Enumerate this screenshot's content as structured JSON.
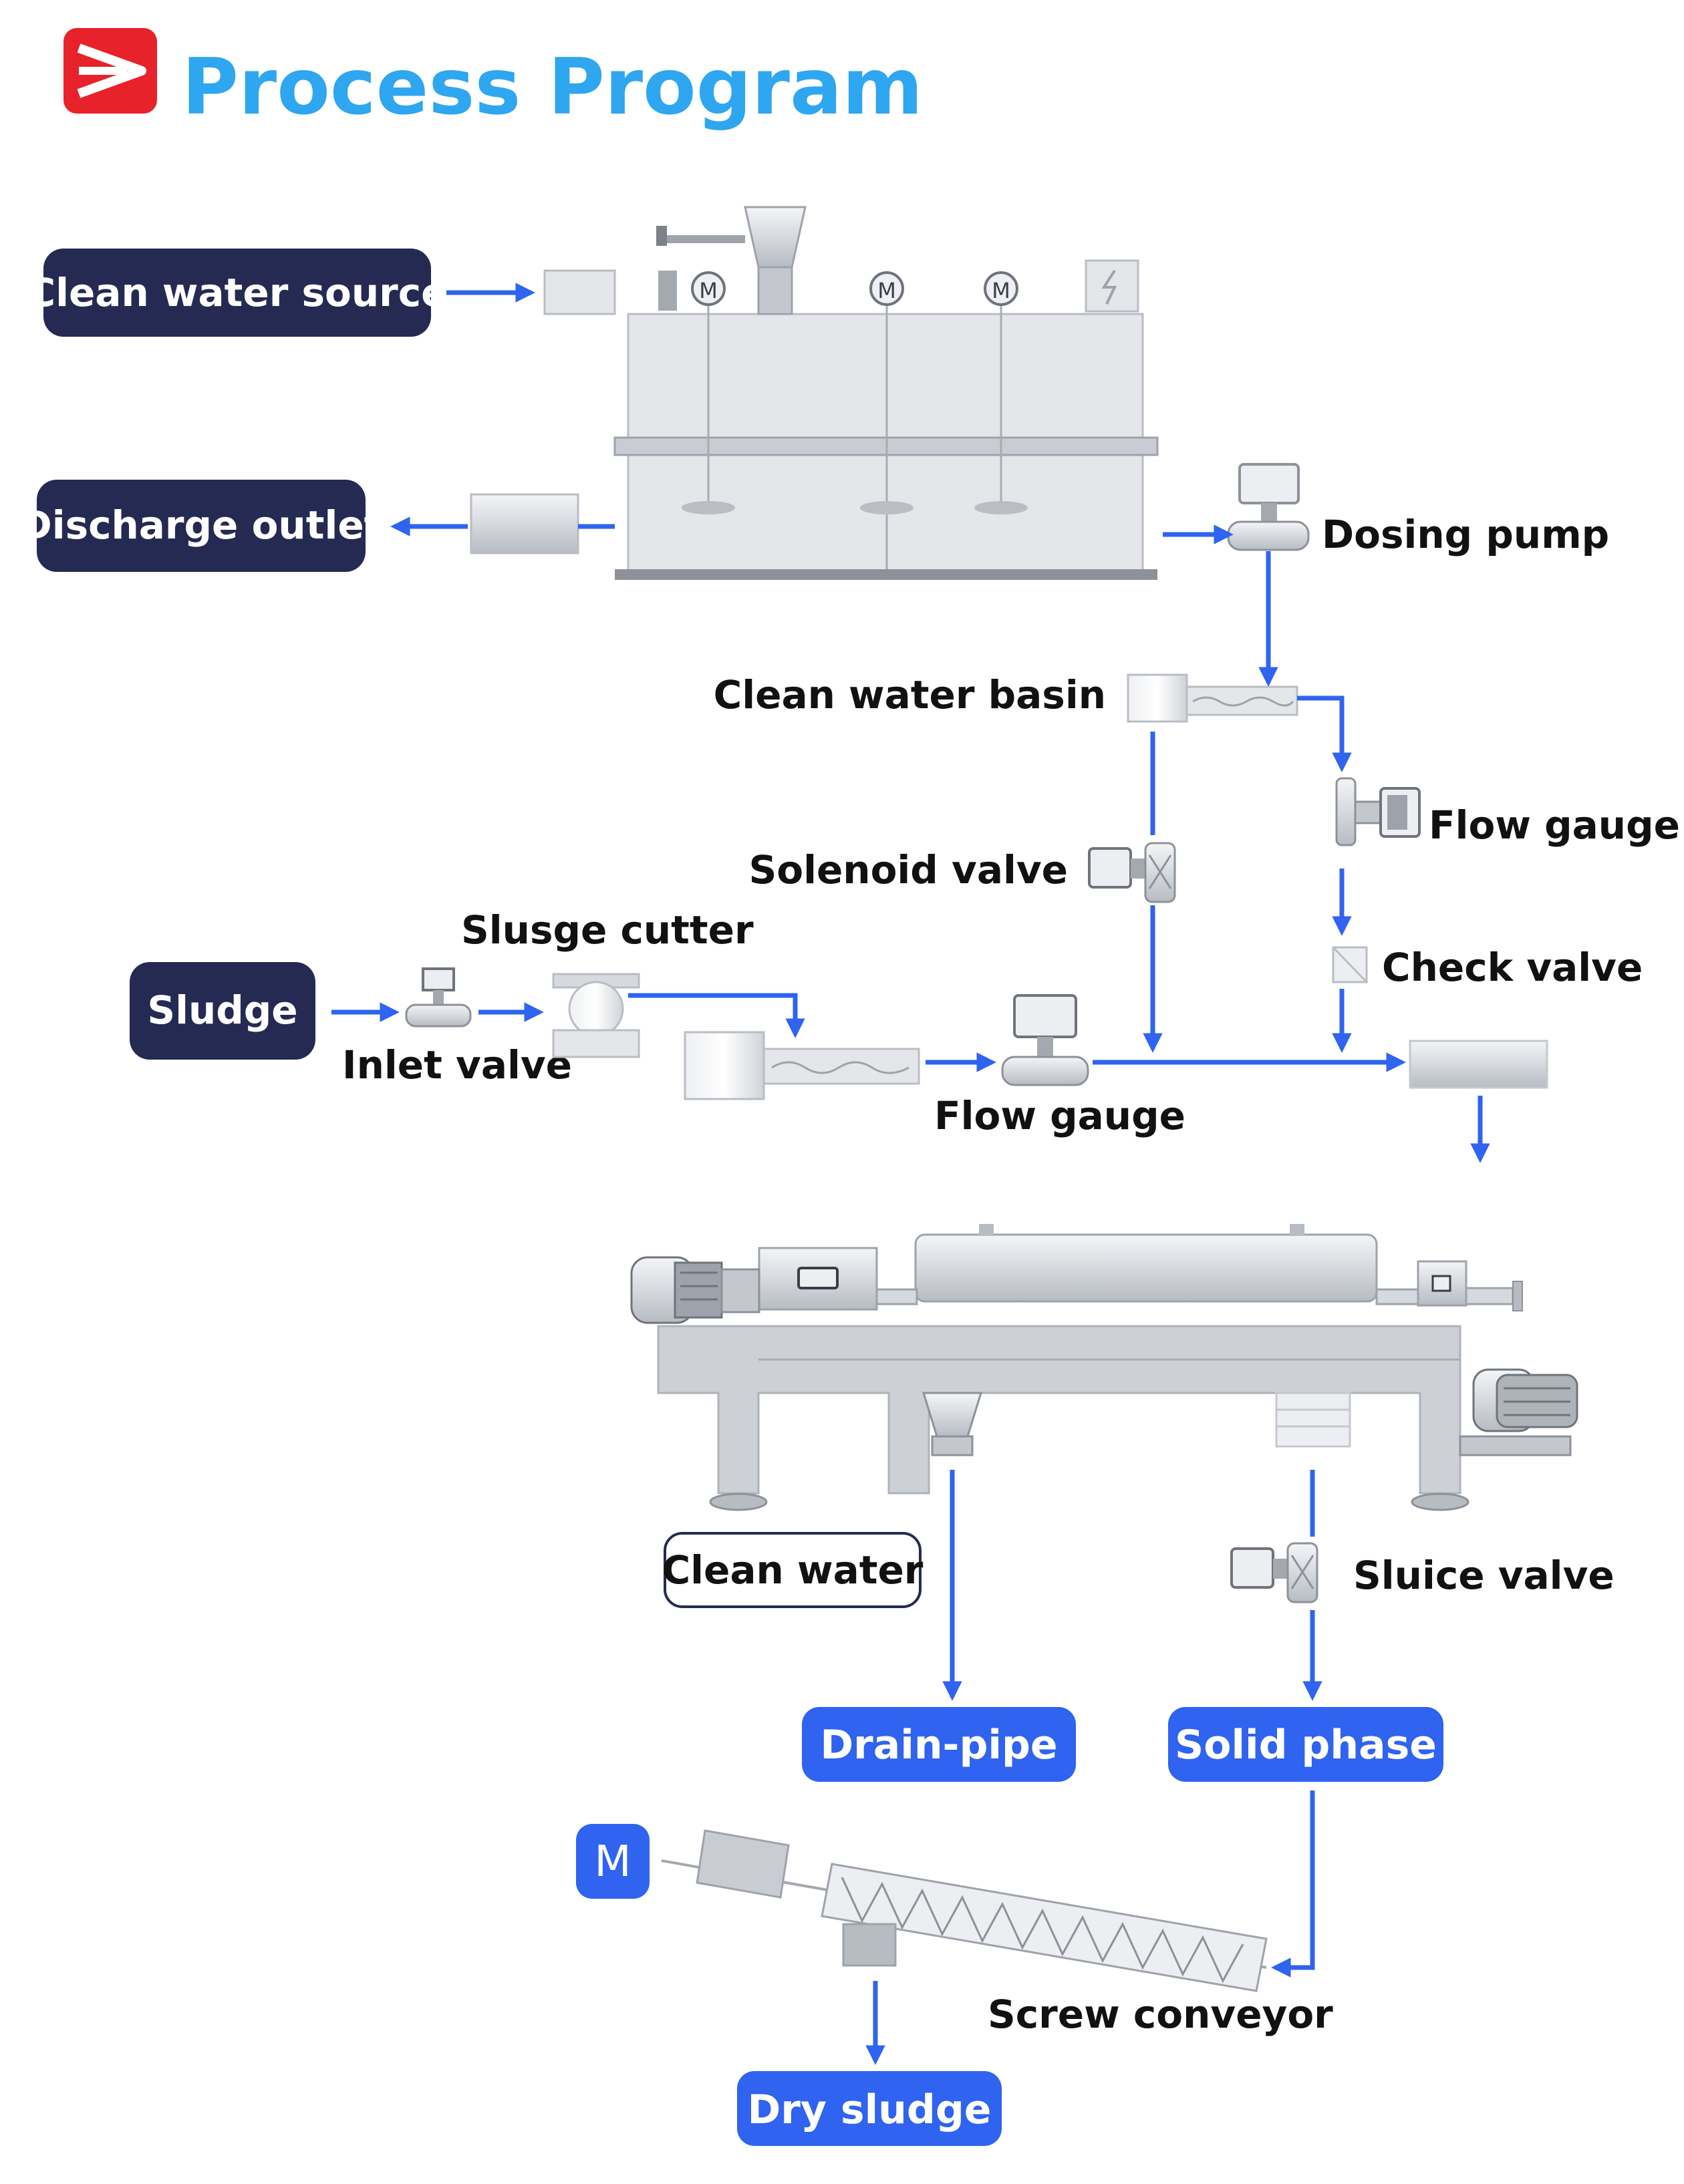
{
  "title": "Process Program",
  "logo_icon": "play-arrow-icon",
  "colors": {
    "title": "#2fa6f0",
    "logo": "#e8222a",
    "pill_dark": "#252a52",
    "pill_blue": "#2f63f0",
    "arrow": "#2f63f0"
  },
  "sources": {
    "clean_water_source": "Clean water source",
    "discharge_outlet": "Discharge outlet",
    "sludge": "Sludge"
  },
  "labels": {
    "dosing_pump": "Dosing pump",
    "clean_water_basin": "Clean water basin",
    "flow_gauge_top": "Flow gauge",
    "solenoid_valve": "Solenoid valve",
    "check_valve": "Check valve",
    "sludge_cutter": "Slusge cutter",
    "inlet_valve": "Inlet valve",
    "flow_gauge_bottom": "Flow gauge",
    "sluice_valve": "Sluice valve",
    "screw_conveyor": "Screw conveyor"
  },
  "outputs": {
    "clean_water": "Clean water",
    "drain_pipe": "Drain-pipe",
    "solid_phase": "Solid phase",
    "dry_sludge": "Dry sludge"
  },
  "motor_letter": "M"
}
